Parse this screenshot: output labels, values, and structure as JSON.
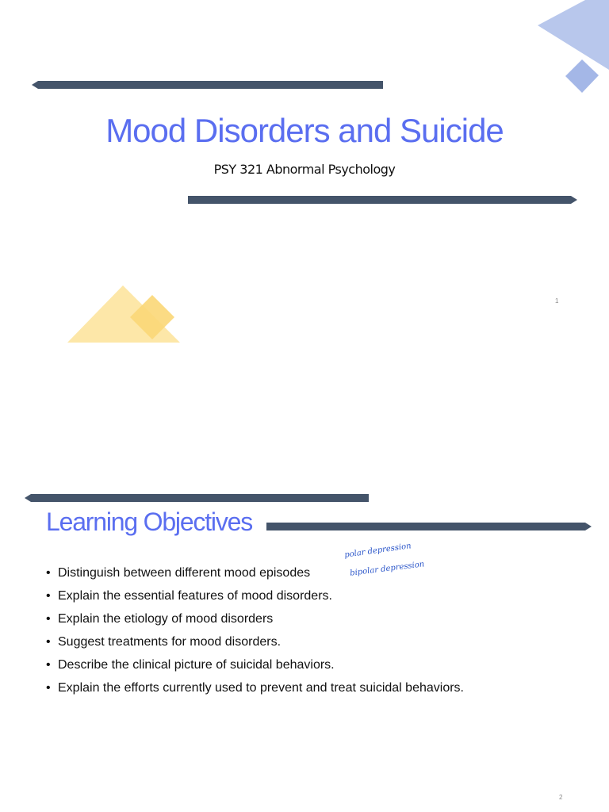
{
  "slide1": {
    "title": "Mood Disorders and Suicide",
    "subtitle": "PSY 321 Abnormal Psychology",
    "page_number": "1",
    "colors": {
      "accent": "#5a6ef0",
      "bar": "#44546a",
      "blue_shape": "#b4c4eb",
      "yellow_shape": "#fbd777"
    }
  },
  "slide2": {
    "title": "Learning Objectives",
    "objectives": [
      "Distinguish between different mood episodes",
      "Explain the essential features of mood disorders.",
      "Explain the etiology of mood disorders",
      "Suggest treatments for mood disorders.",
      "Describe the clinical picture of suicidal behaviors.",
      "Explain the efforts currently used to prevent and treat suicidal behaviors."
    ],
    "handwritten_notes": [
      "polar depression",
      "bipolar depression"
    ],
    "page_number": "2"
  }
}
